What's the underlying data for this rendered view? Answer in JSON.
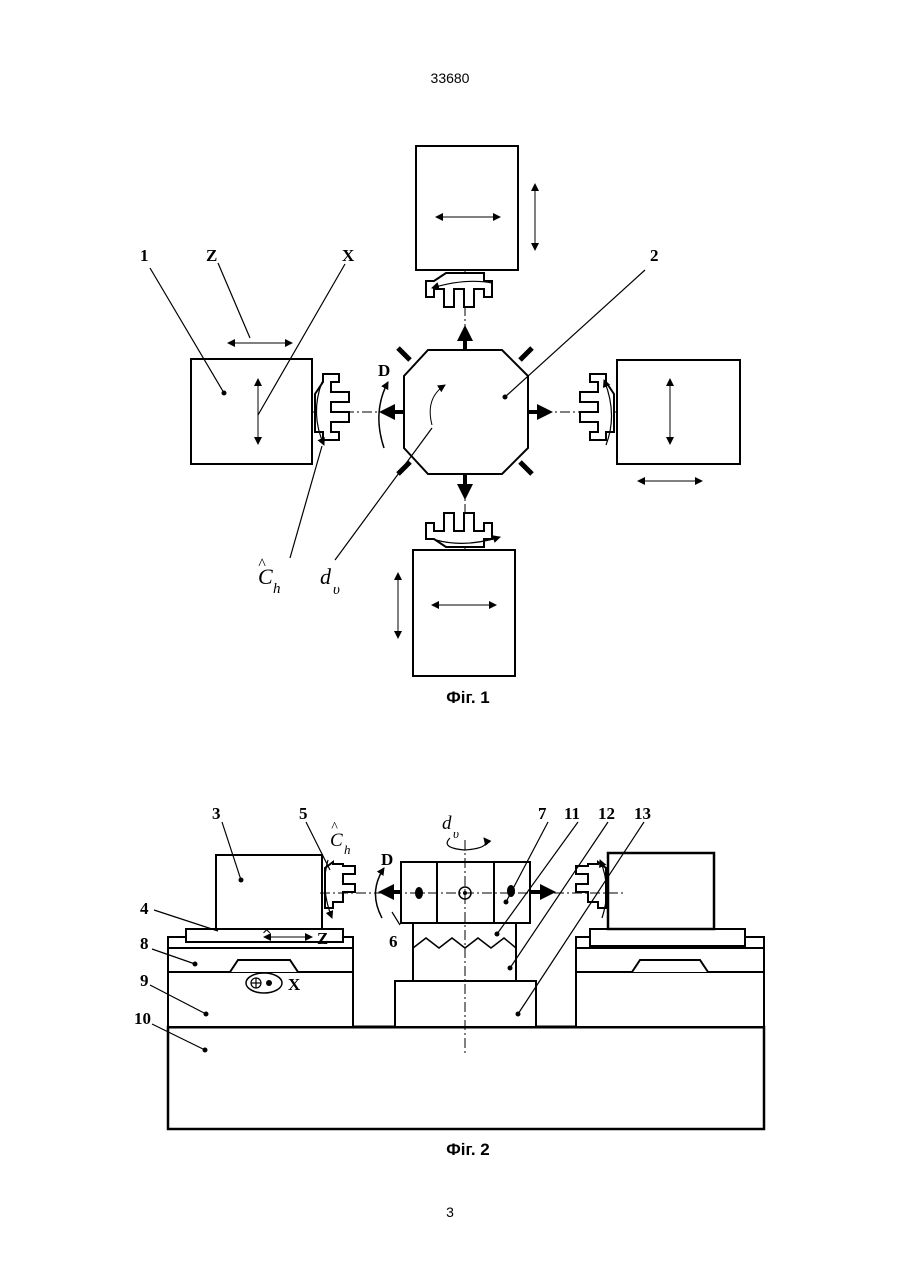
{
  "header": {
    "doc_number": "33680"
  },
  "figure1": {
    "caption": "Фіг. 1",
    "labels": {
      "l1": "1",
      "l2": "2",
      "Z": "Z",
      "X": "X",
      "D": "D",
      "C": "C",
      "C_sub": "h",
      "d": "d",
      "d_sub": "υ"
    }
  },
  "figure2": {
    "caption": "Фіг. 2",
    "labels": {
      "l3": "3",
      "l4": "4",
      "l5": "5",
      "l6": "6",
      "l7": "7",
      "l8": "8",
      "l9": "9",
      "l10": "10",
      "l11": "11",
      "l12": "12",
      "l13": "13",
      "Z": "Z",
      "X": "X",
      "D": "D",
      "C": "C",
      "C_sub": "h",
      "d": "d",
      "d_sub": "υ"
    }
  },
  "footer": {
    "page_number": "3"
  }
}
